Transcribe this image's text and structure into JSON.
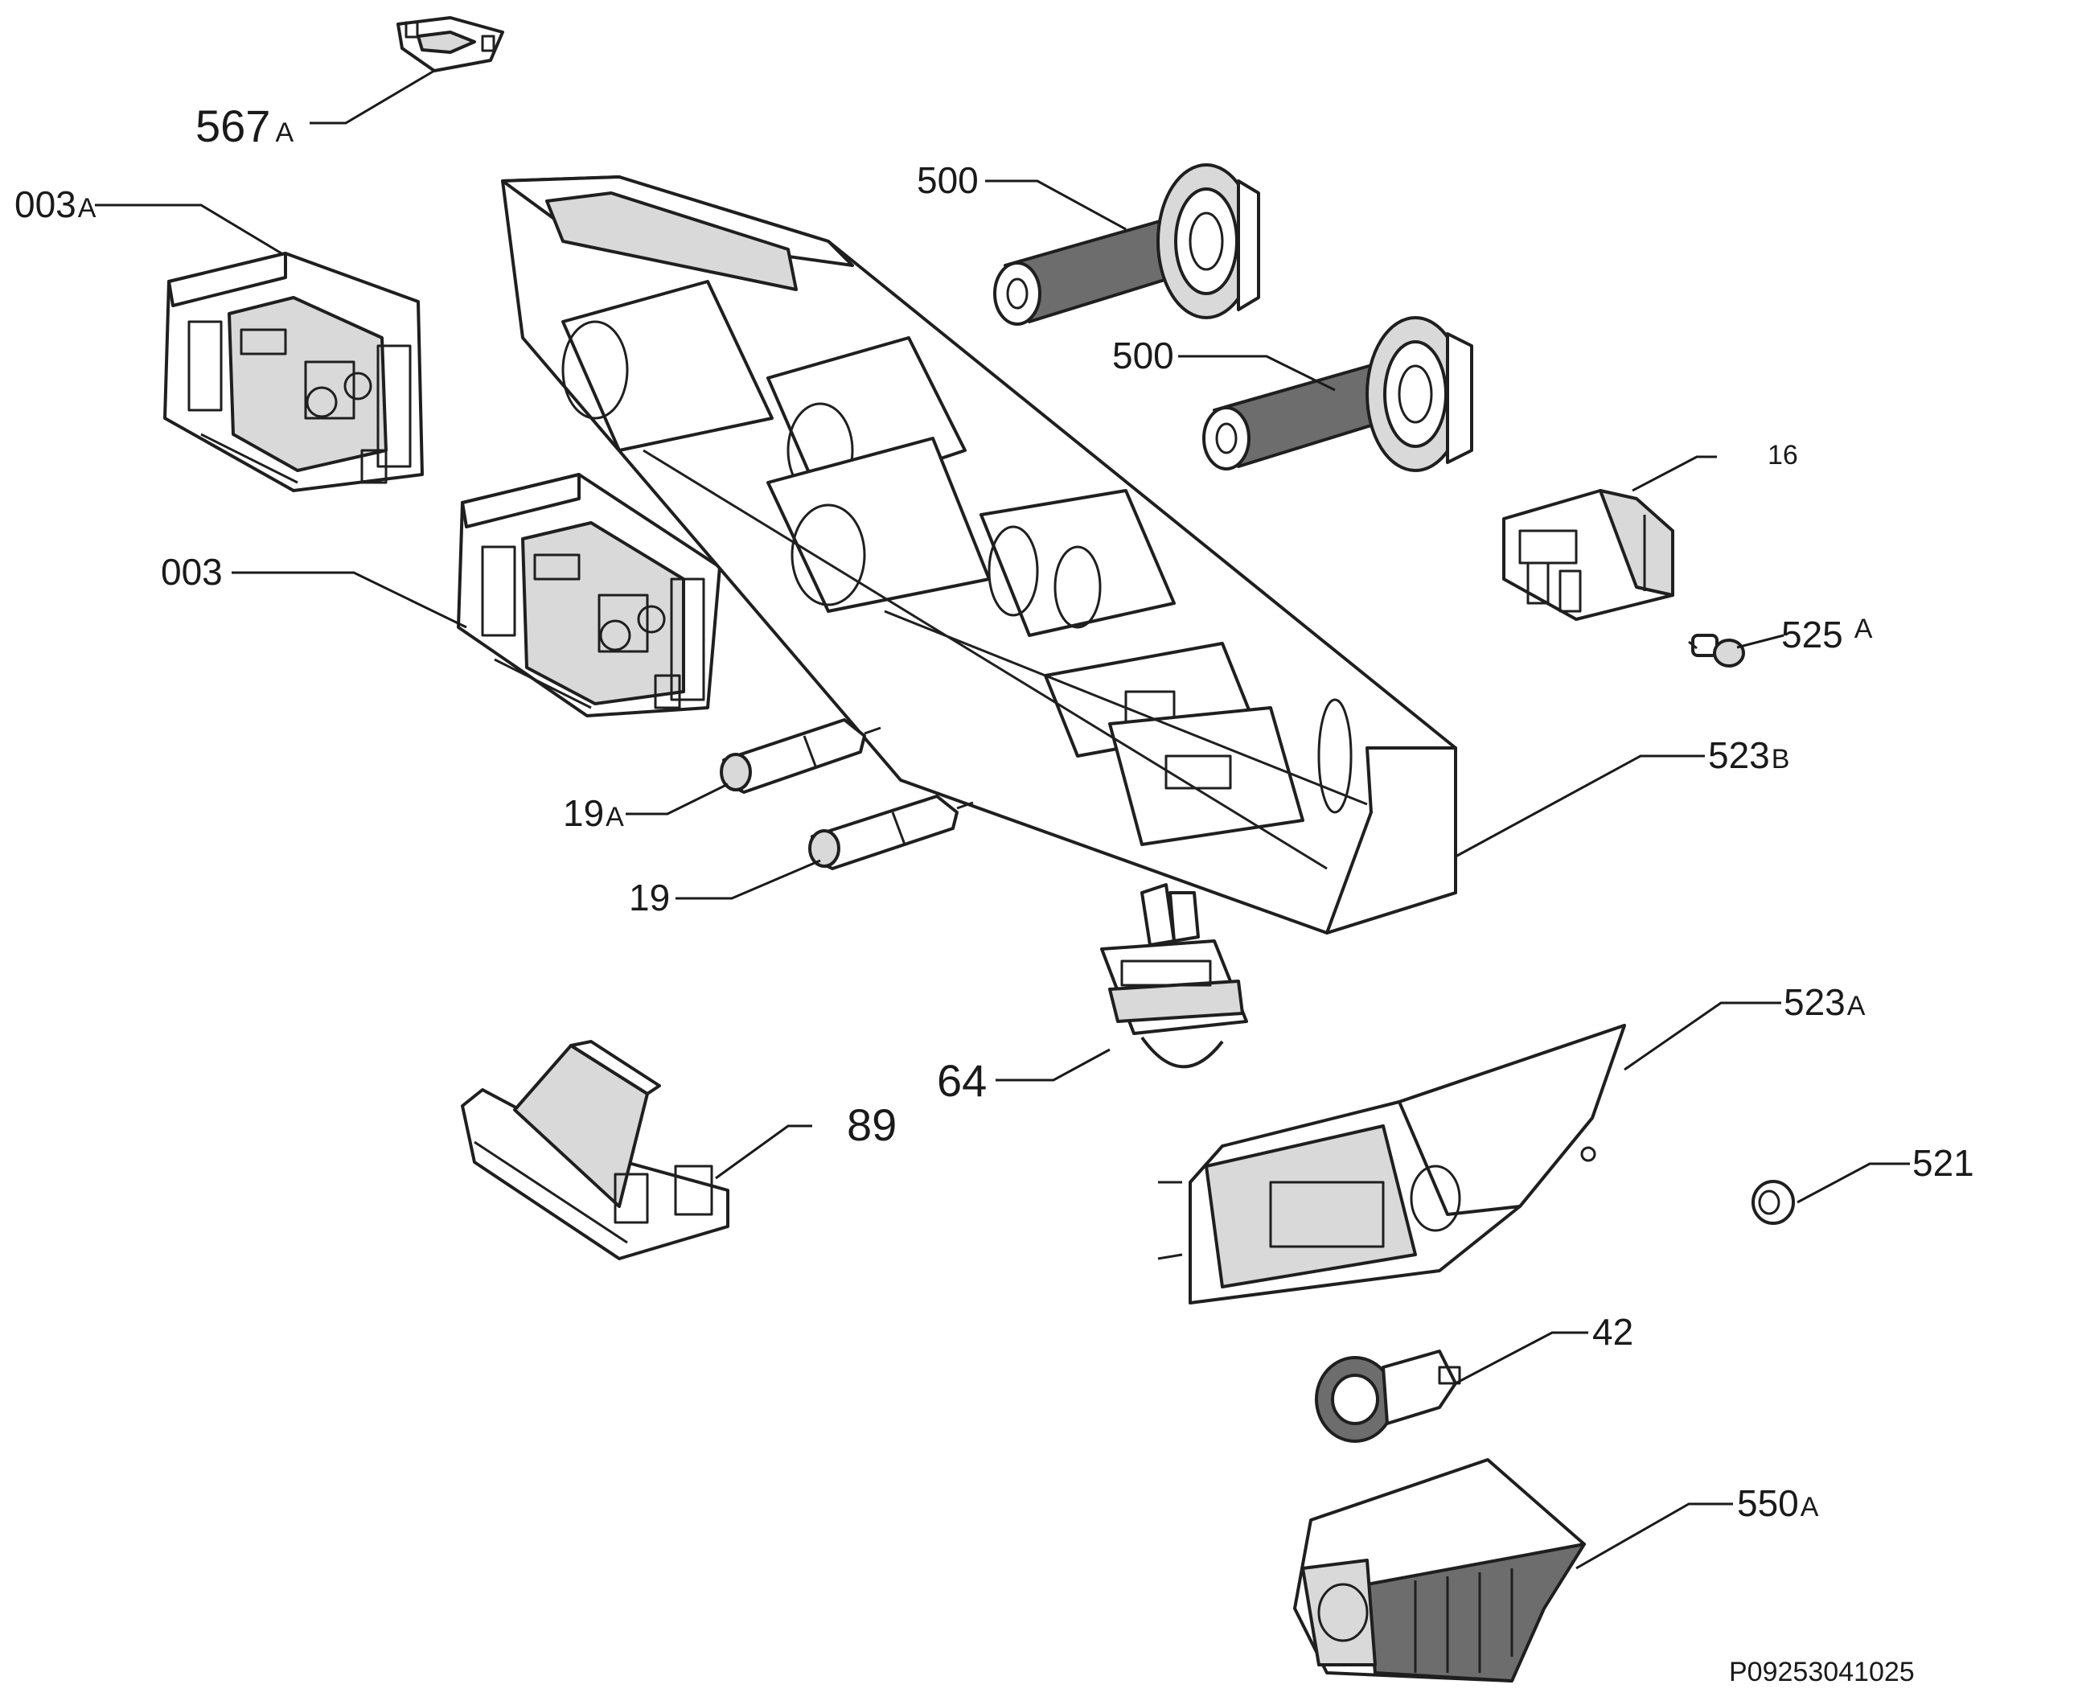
{
  "labels": {
    "l567a": {
      "num": "567",
      "suffix": "A"
    },
    "l003a": {
      "num": "003",
      "suffix": "A"
    },
    "l003": {
      "num": "003"
    },
    "l500a": {
      "num": "500"
    },
    "l500b": {
      "num": "500"
    },
    "l16": {
      "num": "16"
    },
    "l525a": {
      "num": "525",
      "suffix": "A"
    },
    "l523b": {
      "num": "523",
      "suffix": "B"
    },
    "l19a": {
      "num": "19",
      "suffix": "A"
    },
    "l19": {
      "num": "19"
    },
    "l64": {
      "num": "64"
    },
    "l89": {
      "num": "89"
    },
    "l523a": {
      "num": "523",
      "suffix": "A"
    },
    "l521": {
      "num": "521"
    },
    "l42": {
      "num": "42"
    },
    "l550a": {
      "num": "550",
      "suffix": "A"
    }
  },
  "footer": {
    "code": "P09253041025"
  },
  "colors": {
    "ink": "#1a1a1a",
    "fill_light": "#d9d9d9",
    "fill_dark": "#6d6d6d"
  }
}
